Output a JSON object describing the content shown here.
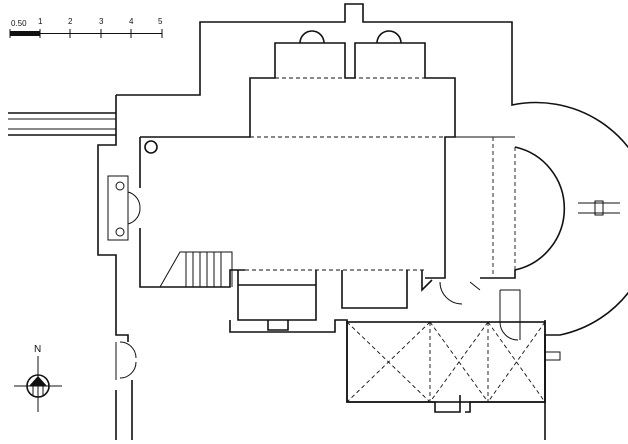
{
  "scale_bar": {
    "labels": [
      "0.50",
      "1",
      "2",
      "3",
      "4",
      "5"
    ]
  },
  "north_arrow": {
    "label": "N"
  }
}
